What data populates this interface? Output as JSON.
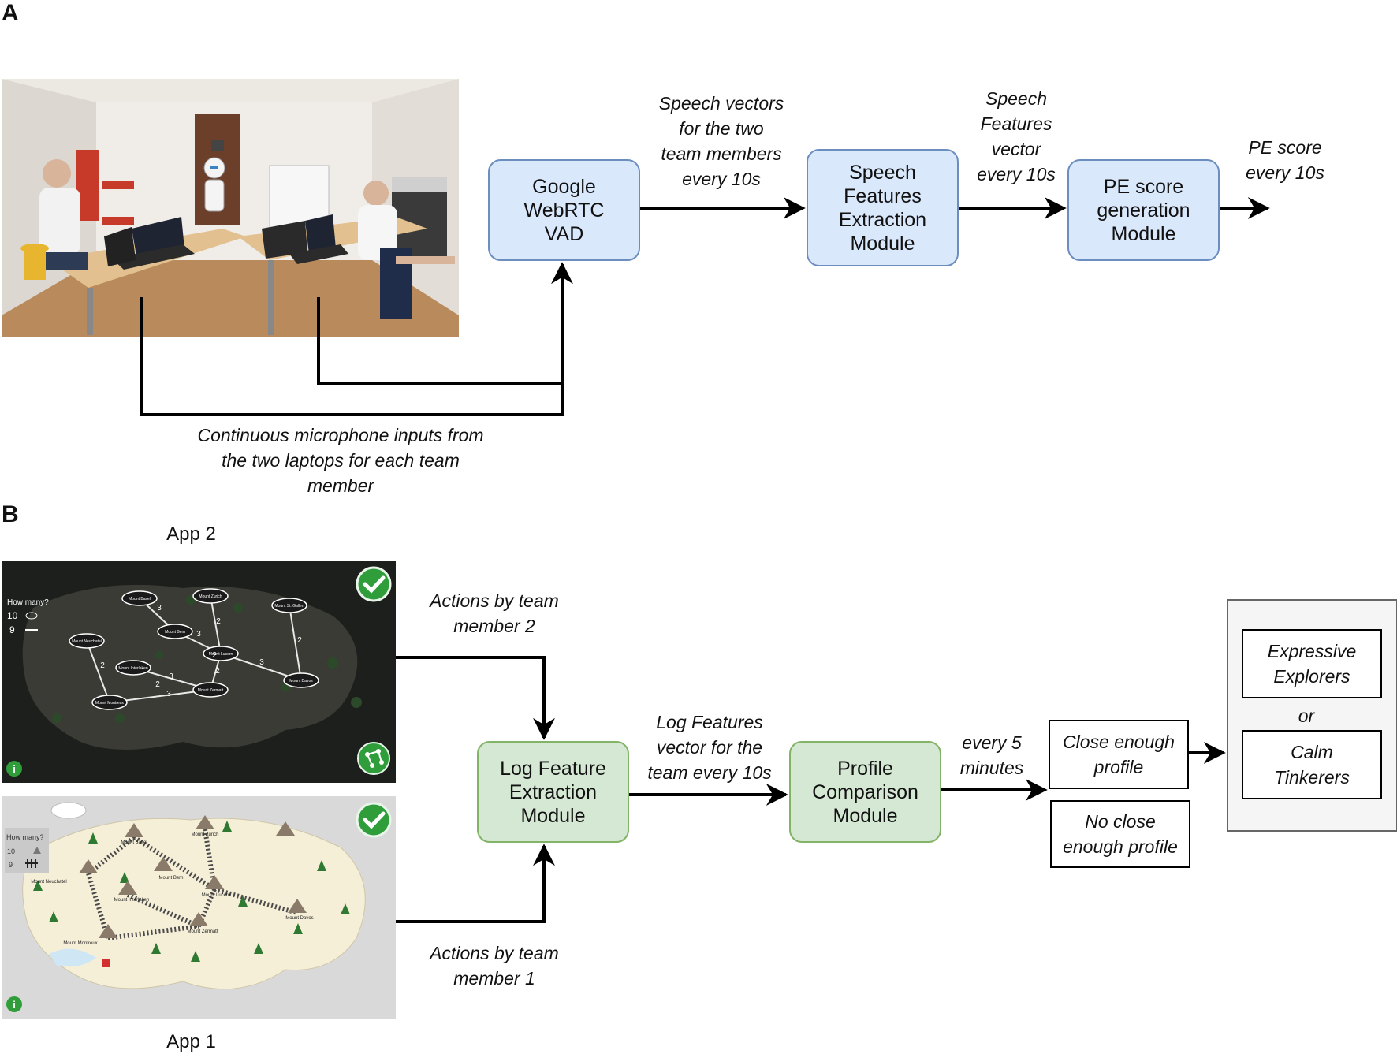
{
  "panels": {
    "a": {
      "label": "A"
    },
    "b": {
      "label": "B"
    }
  },
  "panel_a": {
    "nodes": {
      "vad": "Google\nWebRTC\nVAD",
      "speech": "Speech\nFeatures\nExtraction\nModule",
      "pe": "PE score\ngeneration\nModule"
    },
    "edge_labels": {
      "speech_vectors": "Speech vectors\nfor the two\nteam members\nevery 10s",
      "speech_features_vector": "Speech\nFeatures\nvector\nevery 10s",
      "pe_score": "PE score\nevery 10s",
      "microphone": "Continuous microphone inputs from\nthe two laptops for each team\nmember"
    }
  },
  "panel_b": {
    "app2": {
      "title": "App 2",
      "legend_title": "How many?",
      "legend_nodes": "10",
      "legend_edges": "9",
      "mountains": [
        "Mount Basel",
        "Mount Zurich",
        "Mount St. Gallen",
        "Mount Neuchatel",
        "Mount Bern",
        "Mount Lucern",
        "Mount Interlaken",
        "Mount Davos",
        "Mount Zermatt",
        "Mount Montreux"
      ],
      "weights": [
        "3",
        "2",
        "3",
        "2",
        "3",
        "2",
        "2",
        "3",
        "2",
        "3",
        "2"
      ]
    },
    "app1": {
      "title": "App 1",
      "legend_title": "How many?",
      "legend_nodes": "10",
      "legend_edges": "9",
      "mountains": [
        "Mount Basel",
        "Mount Zurich",
        "Mount Neuchatel",
        "Mount Bern",
        "Mount Interlaken",
        "Mount Lucern",
        "Mount Montreux",
        "Mount Zermatt",
        "Mount Davos"
      ]
    },
    "nodes": {
      "log": "Log Feature\nExtraction\nModule",
      "profile": "Profile\nComparison\nModule",
      "close": "Close enough\nprofile",
      "no_close": "No close\nenough profile",
      "expressive": "Expressive\nExplorers",
      "calm": "Calm\nTinkerers"
    },
    "or_label": "or",
    "edge_labels": {
      "member2": "Actions by team\nmember 2",
      "member1": "Actions by team\nmember 1",
      "log_vector": "Log Features\nvector for the\nteam every 10s",
      "every5": "every 5\nminutes"
    }
  },
  "colors": {
    "blue_fill": "#dae8fc",
    "blue_stroke": "#6c8ebf",
    "green_fill": "#d5e8d4",
    "green_stroke": "#82b366",
    "arrow": "#000000"
  }
}
